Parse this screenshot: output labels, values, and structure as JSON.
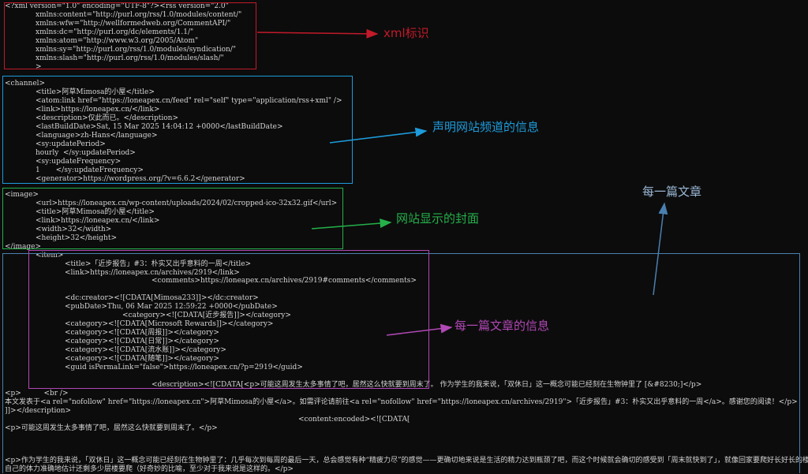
{
  "colors": {
    "background": "#0c0c0c",
    "text": "#d4d4d4",
    "red": "#c21a2a",
    "blue": "#1d9bdb",
    "green": "#25b04a",
    "purple": "#b048b5",
    "steel": "#4a7fb0",
    "article_label": "#9ab8d6"
  },
  "lines": [
    "<?xml version=\"1.0\" encoding=\"UTF-8\"?><rss version=\"2.0\"",
    "xmlns:content=\"http://purl.org/rss/1.0/modules/content/\"",
    "xmlns:wfw=\"http://wellformedweb.org/CommentAPI/\"",
    "xmlns:dc=\"http://purl.org/dc/elements/1.1/\"",
    "xmlns:atom=\"http://www.w3.org/2005/Atom\"",
    "xmlns:sy=\"http://purl.org/rss/1.0/modules/syndication/\"",
    "xmlns:slash=\"http://purl.org/rss/1.0/modules/slash/\"",
    ">",
    "<channel>",
    "<title>阿草Mimosa的小屋</title>",
    "<atom:link href=\"https://loneapex.cn/feed\" rel=\"self\" type=\"application/rss+xml\" />",
    "<link>https://loneapex.cn/</link>",
    "<description>仅此而已。</description>",
    "<lastBuildDate>Sat, 15 Mar 2025 14:04:12 +0000</lastBuildDate>",
    "<language>zh-Hans</language>",
    "<sy:updatePeriod>",
    "hourly  </sy:updatePeriod>",
    "<sy:updateFrequency>",
    "1       </sy:updateFrequency>",
    "<generator>https://wordpress.org/?v=6.6.2</generator>",
    "<image>",
    "<url>https://loneapex.cn/wp-content/uploads/2024/02/cropped-ico-32x32.gif</url>",
    "<title>阿草Mimosa的小屋</title>",
    "<link>https://loneapex.cn/</link>",
    "<width>32</width>",
    "<height>32</height>",
    "</image>",
    "<item>",
    "<title>「近步报告」#3：朴实又出乎意料的一周</title>",
    "<link>https://loneapex.cn/archives/2919</link>",
    "<comments>https://loneapex.cn/archives/2919#comments</comments>",
    "<dc:creator><![CDATA[Mimosa233]]></dc:creator>",
    "<pubDate>Thu, 06 Mar 2025 12:59:22 +0000</pubDate>",
    "<category><![CDATA[近步报告]]></category>",
    "<category><![CDATA[Microsoft Rewards]]></category>",
    "<category><![CDATA[周报]]></category>",
    "<category><![CDATA[日常]]></category>",
    "<category><![CDATA[流水账]]></category>",
    "<category><![CDATA[随笔]]></category>",
    "<guid isPermaLink=\"false\">https://loneapex.cn/?p=2919</guid>",
    "<description><![CDATA[<p>可能这周发生太多事情了吧，居然这么快就要到周末了。 作为学生的我来说，「双休日」这一概念可能已经刻在生物钟里了 [&#8230;]</p>",
    "<p>          <br />",
    "本文发表于<a rel=\"nofollow\" href=\"https://loneapex.cn\">阿草Mimosa的小屋</a>。如需评论请前往<a rel=\"nofollow\" href=\"https://loneapex.cn/archives/2919\">「近步报告」#3：朴实又出乎意料的一周</a>。感谢您的阅读！</p>",
    "]]></description>",
    "<content:encoded><![CDATA[",
    "<p>可能这周发生太多事情了吧，居然这么快就要到周末了。</p>",
    "<p>作为学生的我来说，「双休日」这一概念可能已经刻在生物钟里了：几乎每次到每周的最后一天，总会感觉有种“精疲力尽”的感觉——更确切地来说是生活的精力达到瓶颈了吧，而这个时候就会确切的感受到「周末就快到了」，就像回家要爬好长好长的楼梯那样，",
    "自己的体力准确地估计还剩多少层楼要爬（好奇妙的比喻，至少对于我来说是这样的。</p>"
  ],
  "annotations": {
    "xml_declaration": "xml标识",
    "channel_info": "声明网站频道的信息",
    "site_cover": "网站显示的封面",
    "each_article": "每一篇文章",
    "article_info": "每一篇文章的信息"
  }
}
